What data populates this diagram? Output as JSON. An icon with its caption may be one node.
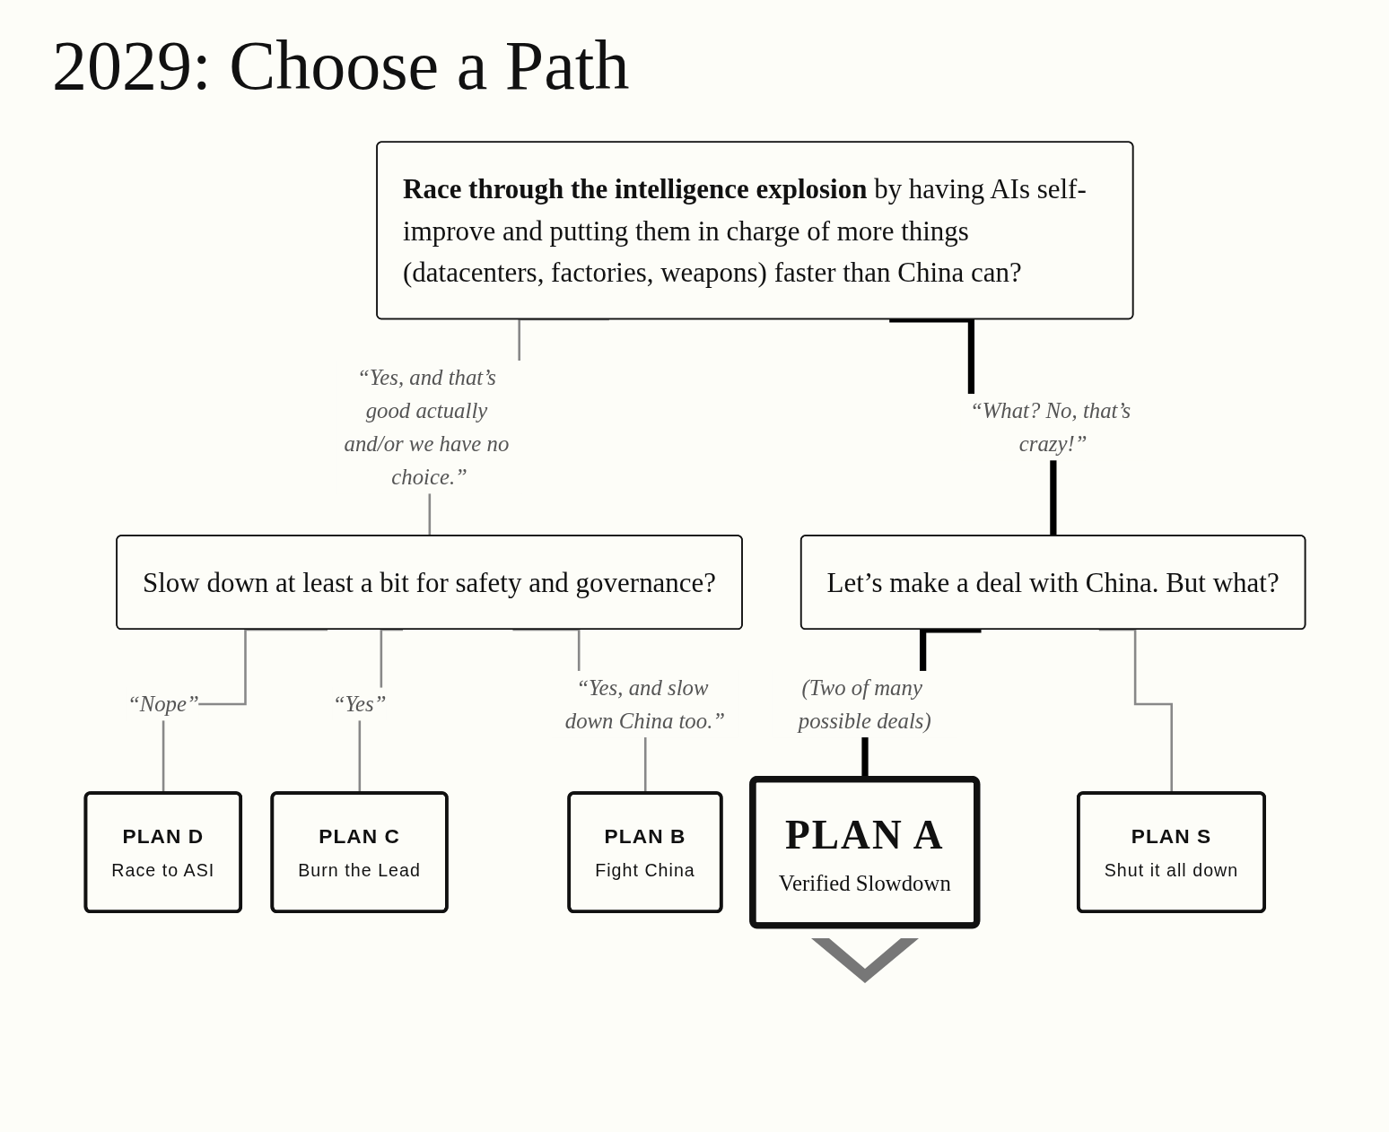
{
  "diagram": {
    "title": "2029: Choose a Path",
    "nodes": [
      {
        "text": [
          "**Race through the intelligence explosion** by having AIs self-improve and putting them in charge of more things (datacenters, factories, weapons) faster than China can?"
        ]
      },
      {
        "text": [
          "Slow down at least a bit for safety and governance?"
        ]
      },
      {
        "text": [
          "Let’s make a deal with China. But what?"
        ]
      },
      {
        "text": [
          "PLAN D",
          "Race to ASI"
        ]
      },
      {
        "text": [
          "PLAN C",
          "Burn the Lead"
        ]
      },
      {
        "text": [
          "PLAN B",
          "Fight China"
        ]
      },
      {
        "text": [
          "PLAN A",
          "Verified Slowdown"
        ]
      },
      {
        "text": [
          "PLAN S",
          "Shut it all down"
        ]
      }
    ],
    "edges": [
      {
        "from": 0,
        "to": 1,
        "arrow": "none",
        "label": "“Yes, and that’s good actually and/or we have no choice.”"
      },
      {
        "from": 0,
        "to": 2,
        "arrow": "none",
        "label": "“What? No, that’s crazy!”",
        "style": "thick",
        "color": "#000000"
      },
      {
        "from": 1,
        "to": 3,
        "arrow": "none",
        "label": "“Nope”"
      },
      {
        "from": 1,
        "to": 4,
        "arrow": "none",
        "label": "“Yes”"
      },
      {
        "from": 1,
        "to": 5,
        "arrow": "none",
        "label": "“Yes, and slow down China too.”"
      },
      {
        "from": 2,
        "to": 6,
        "arrow": "none",
        "label": "(Two of many possible deals)",
        "style": "thick",
        "color": "#000000"
      },
      {
        "from": 2,
        "to": 7,
        "arrow": "none"
      }
    ]
  }
}
